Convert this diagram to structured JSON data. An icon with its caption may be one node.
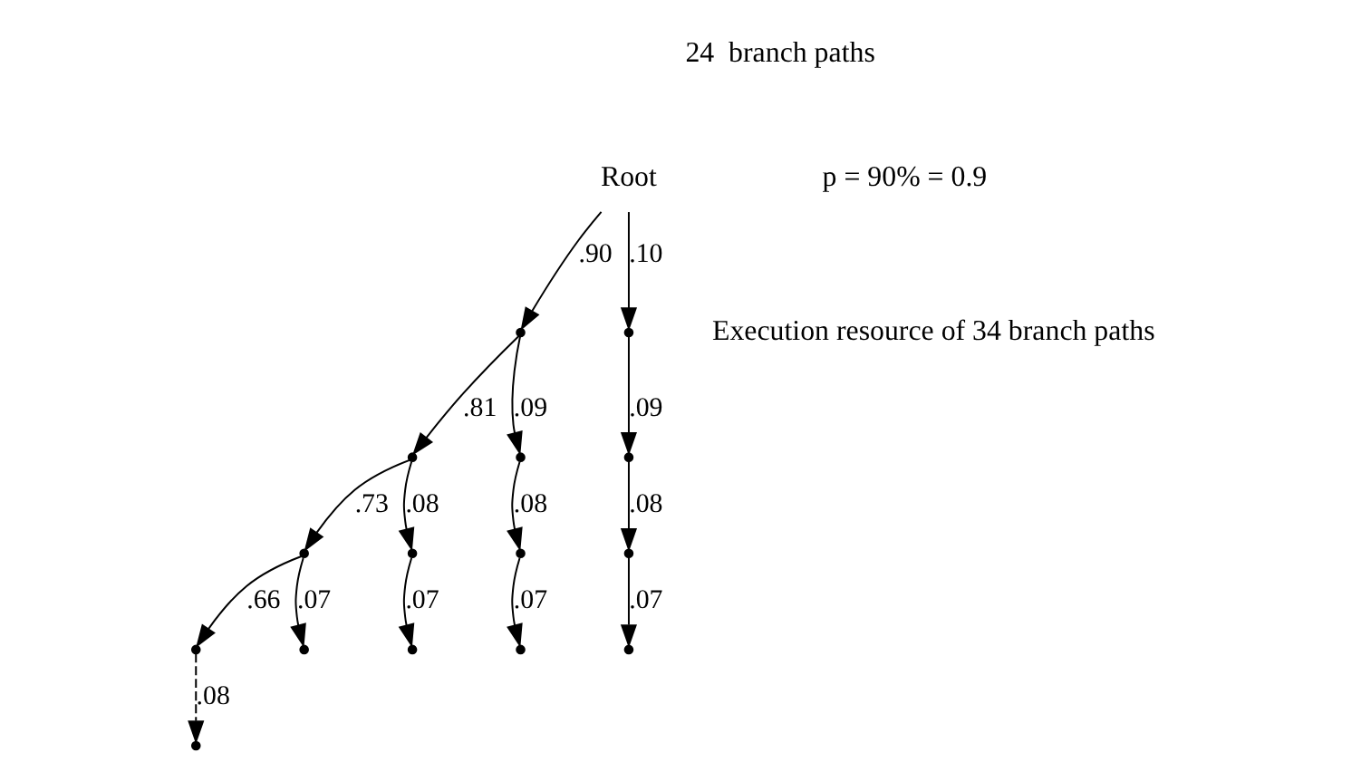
{
  "diagram": {
    "nodes": [
      {
        "text": [
          "Root"
        ]
      },
      {
        "text": [],
        "shape": "point"
      },
      {
        "text": [],
        "shape": "point"
      },
      {
        "text": [],
        "shape": "point"
      },
      {
        "text": [],
        "shape": "point"
      },
      {
        "text": [],
        "shape": "point"
      },
      {
        "text": [],
        "shape": "point"
      },
      {
        "text": [],
        "shape": "point"
      },
      {
        "text": [],
        "shape": "point"
      },
      {
        "text": [],
        "shape": "point"
      },
      {
        "text": [],
        "shape": "point"
      },
      {
        "text": [],
        "shape": "point"
      },
      {
        "text": [],
        "shape": "point"
      },
      {
        "text": [],
        "shape": "point"
      },
      {
        "text": [],
        "shape": "point"
      },
      {
        "text": [],
        "shape": "point"
      }
    ],
    "edges": [
      {
        "from": 0,
        "to": 1,
        "arrow": "to",
        "label": ".90"
      },
      {
        "from": 0,
        "to": 2,
        "arrow": "to",
        "label": ".10"
      },
      {
        "from": 1,
        "to": 3,
        "arrow": "to",
        "label": ".81"
      },
      {
        "from": 1,
        "to": 4,
        "arrow": "to",
        "label": ".09"
      },
      {
        "from": 3,
        "to": 5,
        "arrow": "to",
        "label": ".73"
      },
      {
        "from": 3,
        "to": 6,
        "arrow": "to",
        "label": ".08"
      },
      {
        "from": 5,
        "to": 7,
        "arrow": "to",
        "label": ".66"
      },
      {
        "from": 5,
        "to": 8,
        "arrow": "to",
        "label": ".07"
      },
      {
        "from": 6,
        "to": 9,
        "arrow": "to",
        "label": ".07"
      },
      {
        "from": 4,
        "to": 10,
        "arrow": "to",
        "label": ".08"
      },
      {
        "from": 10,
        "to": 11,
        "arrow": "to",
        "label": ".07"
      },
      {
        "from": 2,
        "to": 12,
        "arrow": "to",
        "label": ".09"
      },
      {
        "from": 12,
        "to": 13,
        "arrow": "to",
        "label": ".08"
      },
      {
        "from": 13,
        "to": 14,
        "arrow": "to",
        "label": ".07"
      },
      {
        "from": 7,
        "to": 15,
        "arrow": "to",
        "label": ".08",
        "style": "dashed"
      }
    ],
    "labels": [
      "24  branch paths",
      "p = 90% = 0.9",
      "Execution resource of 34 branch paths"
    ]
  }
}
